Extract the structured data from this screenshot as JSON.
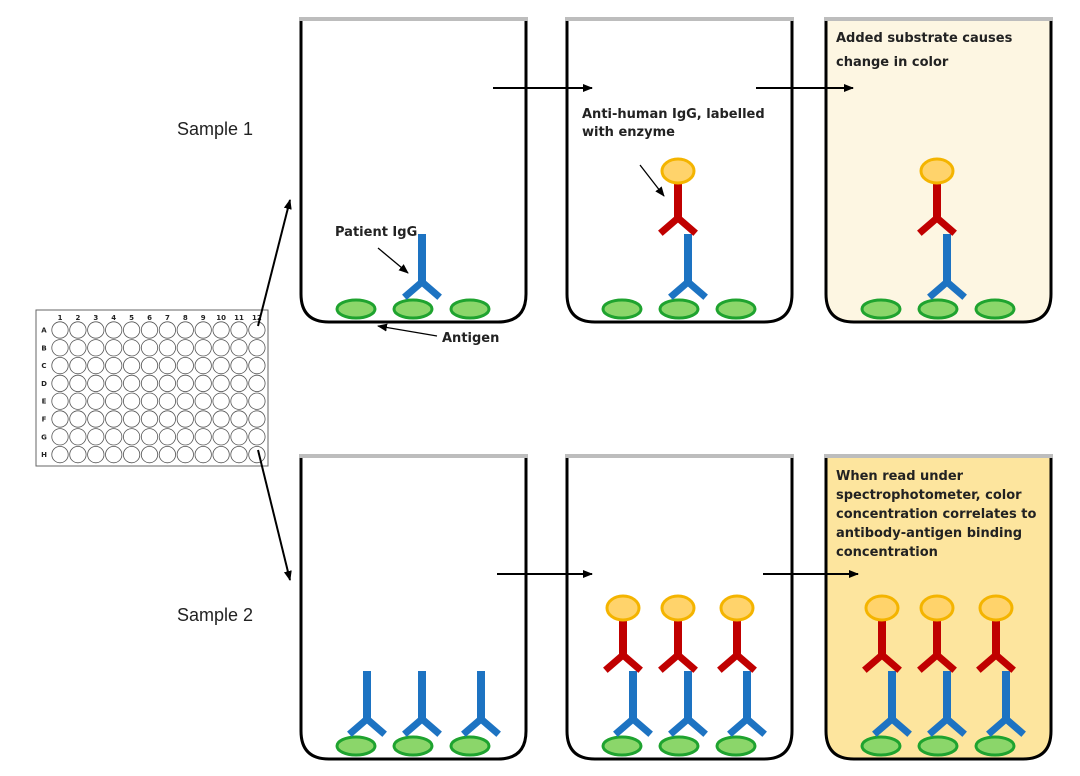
{
  "samples": [
    {
      "label": "Sample 1"
    },
    {
      "label": "Sample 2"
    }
  ],
  "plate": {
    "columns": [
      "1",
      "2",
      "3",
      "4",
      "5",
      "6",
      "7",
      "8",
      "9",
      "10",
      "11",
      "12"
    ],
    "rows": [
      "A",
      "B",
      "C",
      "D",
      "E",
      "F",
      "G",
      "H"
    ]
  },
  "labels": {
    "patient_igg": "Patient IgG",
    "antigen": "Antigen",
    "anti_human_igg": [
      "Anti-human IgG, labelled",
      "with enzyme"
    ],
    "substrate": [
      "Added substrate causes",
      "change in color"
    ],
    "spectro": [
      "When read under",
      "spectrophotometer, color",
      "concentration correlates to",
      "antibody-antigen binding",
      "concentration"
    ]
  },
  "wells": [
    {
      "row": 1,
      "stage": 1,
      "antibodies": 1,
      "secondary": 0,
      "fill": "#ffffff"
    },
    {
      "row": 1,
      "stage": 2,
      "antibodies": 1,
      "secondary": 1,
      "fill": "#ffffff"
    },
    {
      "row": 1,
      "stage": 3,
      "antibodies": 1,
      "secondary": 1,
      "fill": "#fdf6e2"
    },
    {
      "row": 2,
      "stage": 1,
      "antibodies": 3,
      "secondary": 0,
      "fill": "#ffffff"
    },
    {
      "row": 2,
      "stage": 2,
      "antibodies": 3,
      "secondary": 3,
      "fill": "#ffffff"
    },
    {
      "row": 2,
      "stage": 3,
      "antibodies": 3,
      "secondary": 3,
      "fill": "#fde59e"
    }
  ],
  "colors": {
    "antigen_fill": "#8bd66a",
    "antigen_stroke": "#1fa32f",
    "primary_antibody": "#1d73c2",
    "secondary_antibody": "#c00000",
    "enzyme_fill": "#ffd36b",
    "enzyme_stroke": "#f4b400",
    "well_rim": "#bdbdbd"
  }
}
